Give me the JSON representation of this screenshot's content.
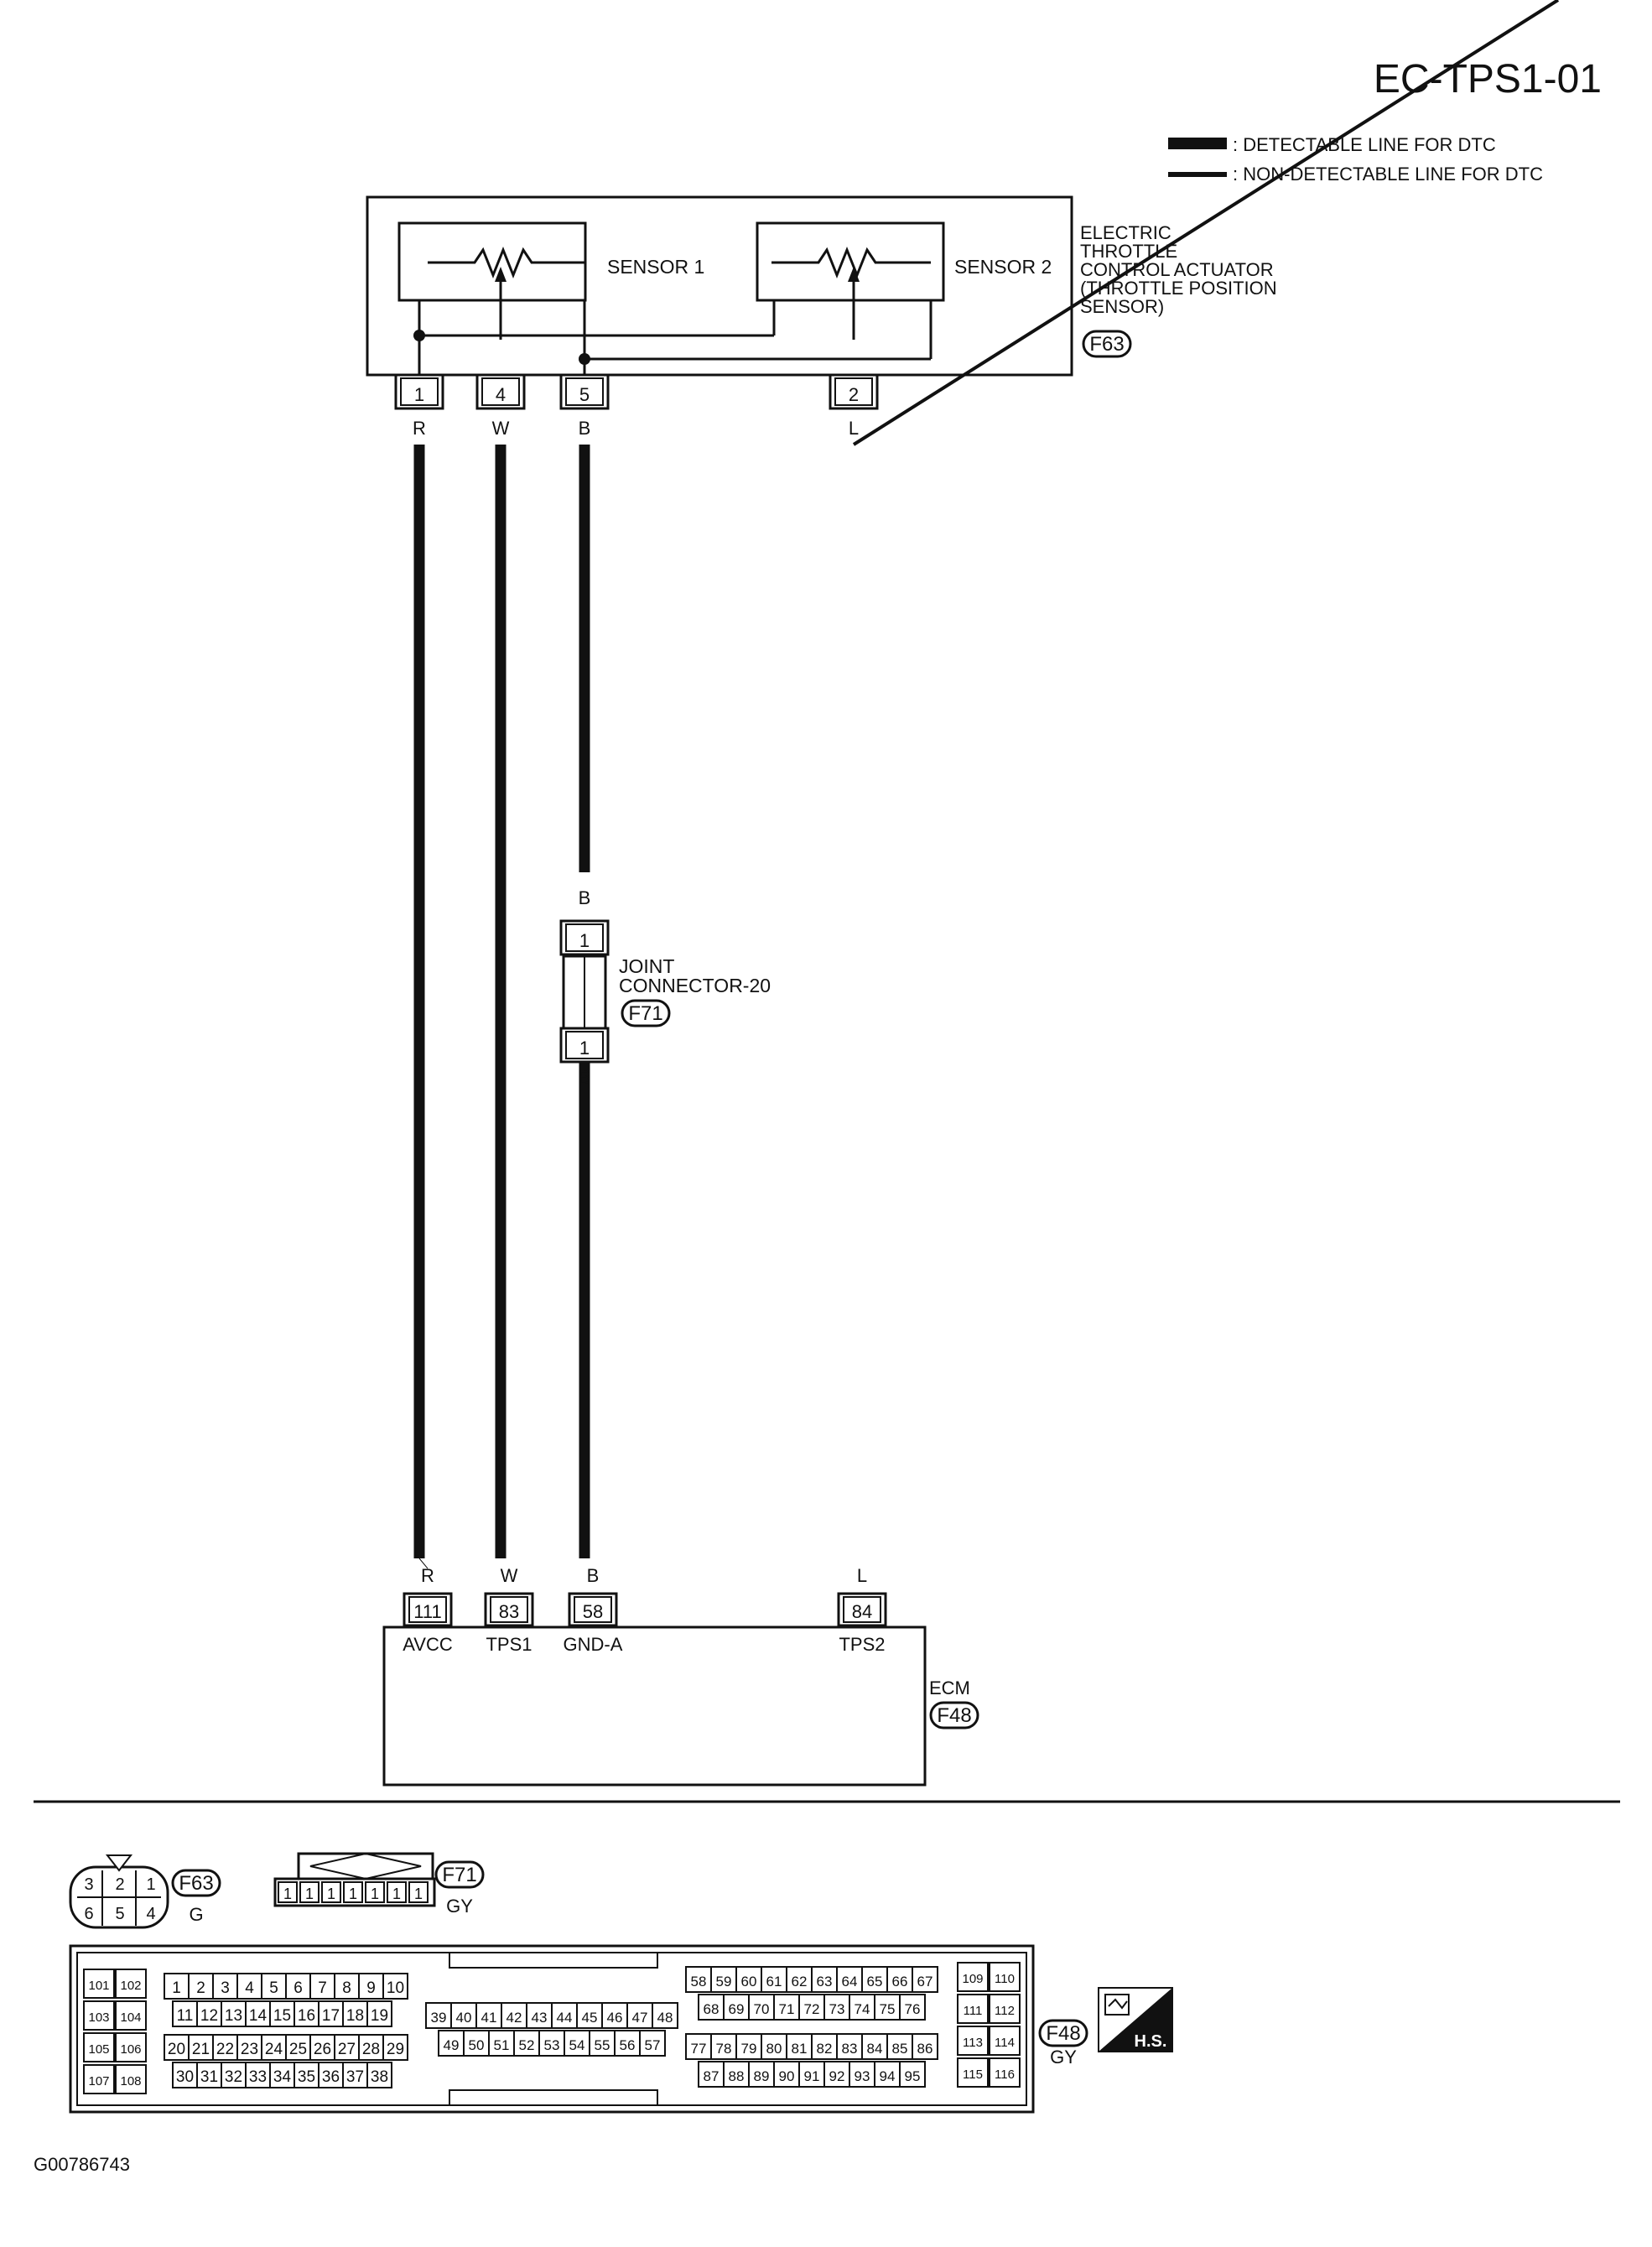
{
  "page_id": "EC-TPS1-01",
  "figure_id": "G00786743",
  "legend": [
    {
      "text": ": DETECTABLE LINE FOR DTC"
    },
    {
      "text": ": NON-DETECTABLE LINE FOR DTC"
    }
  ],
  "actuator": {
    "name_lines": [
      "ELECTRIC",
      "THROTTLE",
      "CONTROL ACTUATOR",
      "(THROTTLE POSITION",
      "SENSOR)"
    ],
    "connector": "F63",
    "sensor1_label": "SENSOR 1",
    "sensor2_label": "SENSOR 2",
    "pins": [
      "1",
      "4",
      "5",
      "2"
    ],
    "wire_colors": [
      "R",
      "W",
      "B",
      "L"
    ]
  },
  "joint_connector": {
    "name_lines": [
      "JOINT",
      "CONNECTOR-20"
    ],
    "connector": "F71",
    "pin_top": "1",
    "pin_bottom": "1",
    "wire_top": "B",
    "wire_bottom": "B"
  },
  "ecm": {
    "name": "ECM",
    "connector": "F48",
    "pins": [
      "111",
      "83",
      "58",
      "84"
    ],
    "signals": [
      "AVCC",
      "TPS1",
      "GND-A",
      "TPS2"
    ],
    "wire_colors": [
      "R",
      "W",
      "B",
      "L"
    ]
  },
  "connector_views": {
    "f63": {
      "id": "F63",
      "color": "G",
      "top_row": [
        "3",
        "2",
        "1"
      ],
      "bottom_row": [
        "6",
        "5",
        "4"
      ]
    },
    "f71": {
      "id": "F71",
      "color": "GY",
      "pins": [
        "1",
        "1",
        "1",
        "1",
        "1",
        "1",
        "1"
      ]
    },
    "f48": {
      "id": "F48",
      "color": "GY",
      "left_block": [
        "101",
        "102",
        "103",
        "104",
        "105",
        "106",
        "107",
        "108"
      ],
      "row_a": [
        "1",
        "2",
        "3",
        "4",
        "5",
        "6",
        "7",
        "8",
        "9",
        "10"
      ],
      "row_b": [
        "11",
        "12",
        "13",
        "14",
        "15",
        "16",
        "17",
        "18",
        "19"
      ],
      "row_c": [
        "20",
        "21",
        "22",
        "23",
        "24",
        "25",
        "26",
        "27",
        "28",
        "29"
      ],
      "row_d": [
        "30",
        "31",
        "32",
        "33",
        "34",
        "35",
        "36",
        "37",
        "38"
      ],
      "mid_a": [
        "39",
        "40",
        "41",
        "42",
        "43",
        "44",
        "45",
        "46",
        "47",
        "48"
      ],
      "mid_b": [
        "49",
        "50",
        "51",
        "52",
        "53",
        "54",
        "55",
        "56",
        "57"
      ],
      "r_a": [
        "58",
        "59",
        "60",
        "61",
        "62",
        "63",
        "64",
        "65",
        "66",
        "67"
      ],
      "r_b": [
        "68",
        "69",
        "70",
        "71",
        "72",
        "73",
        "74",
        "75",
        "76"
      ],
      "r_c": [
        "77",
        "78",
        "79",
        "80",
        "81",
        "82",
        "83",
        "84",
        "85",
        "86"
      ],
      "r_d": [
        "87",
        "88",
        "89",
        "90",
        "91",
        "92",
        "93",
        "94",
        "95"
      ],
      "right_block": [
        "109",
        "110",
        "111",
        "112",
        "113",
        "114",
        "115",
        "116"
      ]
    }
  },
  "hs_badge": "H.S."
}
